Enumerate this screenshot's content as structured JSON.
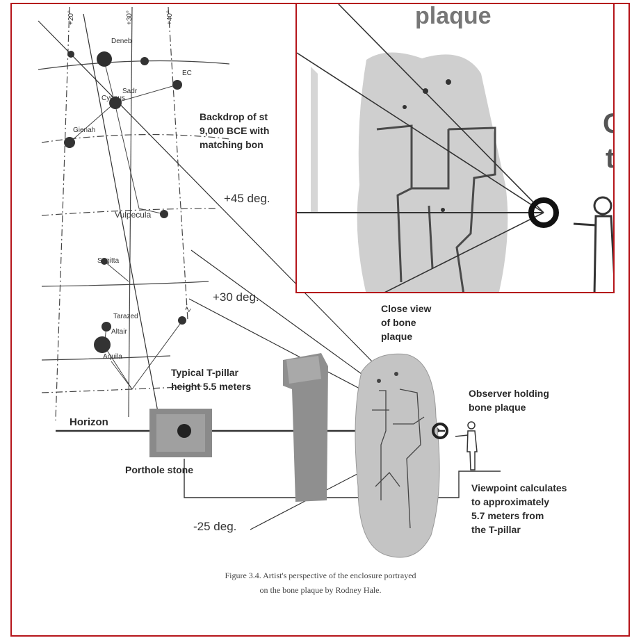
{
  "stars": {
    "deneb": "Deneb",
    "cygnus": "Cygnus",
    "sadr": "Sadr",
    "gienah": "Gienah",
    "ec": "EC",
    "vulpecula": "Vulpecula",
    "sagitta": "Sagitta",
    "tarazed": "Tarazed",
    "altair": "Altair",
    "aquila": "Aquila",
    "grid_20": "+20°",
    "grid_30": "+30°",
    "grid_40": "+40°",
    "mark_z": "Z"
  },
  "labels": {
    "backdrop_1": "Backdrop of st",
    "backdrop_2": "9,000 BCE with",
    "backdrop_3": "matching bon",
    "deg45": "+45 deg.",
    "deg30": "+30 deg.",
    "deg_neg25": "-25 deg.",
    "close_1": "Close view",
    "close_2": "of bone",
    "close_3": "plaque",
    "tpillar_1": "Typical T-pillar",
    "tpillar_2": "height 5.5 meters",
    "horizon": "Horizon",
    "porthole": "Porthole stone",
    "observer_1": "Observer holding",
    "observer_2": "bone plaque",
    "viewpoint_1": "Viewpoint calculates",
    "viewpoint_2": "to approximately",
    "viewpoint_3": "5.7 meters from",
    "viewpoint_4": "the T-pillar"
  },
  "caption": {
    "line1": "Figure 3.4. Artist's perspective of the enclosure portrayed",
    "line2": "on the bone plaque by Rodney Hale."
  },
  "inset": {
    "title": "plaque",
    "letter_1": "C",
    "letter_2": "t"
  }
}
